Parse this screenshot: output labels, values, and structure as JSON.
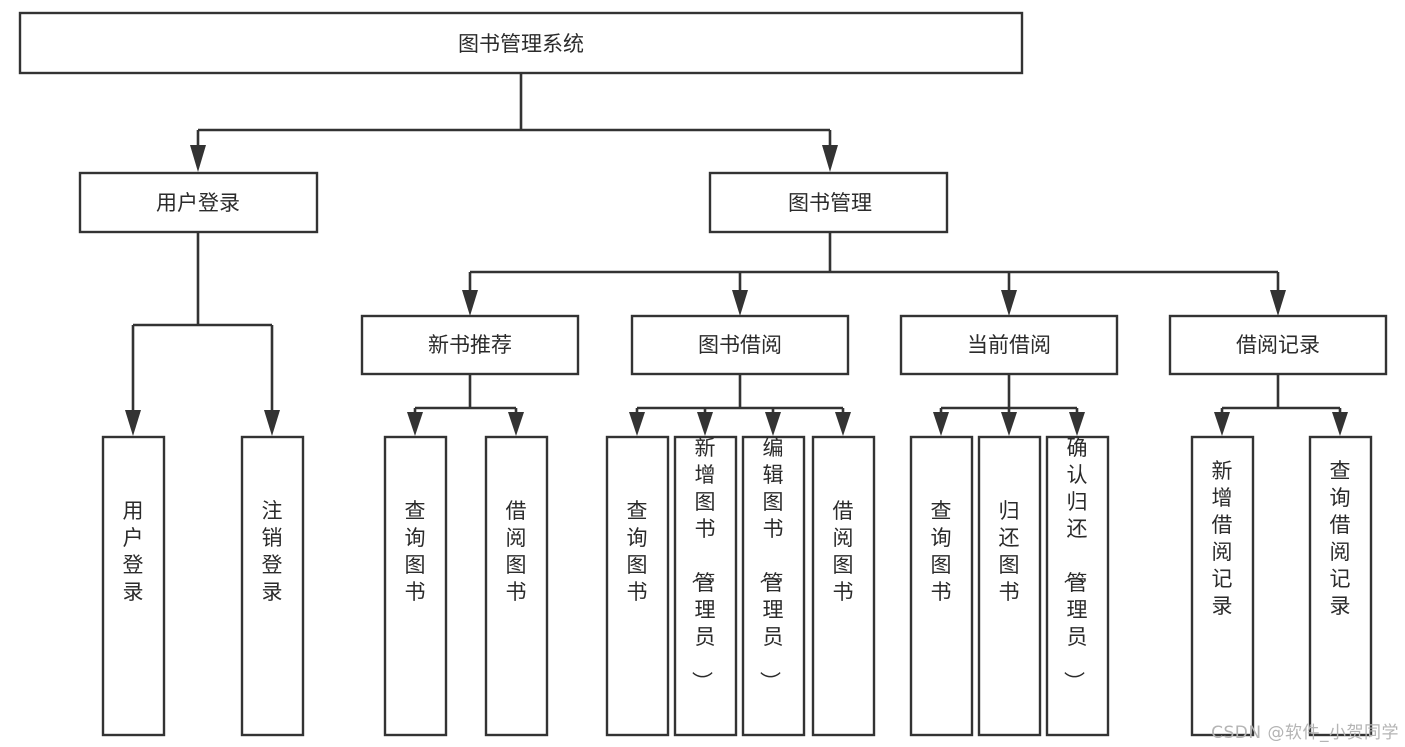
{
  "diagram": {
    "type": "tree-hierarchy",
    "title": "图书管理系统",
    "watermark": "CSDN @软件_小贺同学",
    "colors": {
      "box_stroke": "#333333",
      "box_fill": "#ffffff",
      "connector": "#333333",
      "label_text": "#2b2b2b",
      "watermark_text": "#b4b4b4",
      "background": "#ffffff"
    },
    "levels": [
      {
        "level": 1,
        "nodes": [
          {
            "id": "root",
            "label": "图书管理系统",
            "orientation": "horizontal"
          }
        ]
      },
      {
        "level": 2,
        "nodes": [
          {
            "id": "user-login",
            "label": "用户登录",
            "parent": "root",
            "orientation": "horizontal"
          },
          {
            "id": "book-manage",
            "label": "图书管理",
            "parent": "root",
            "orientation": "horizontal"
          }
        ]
      },
      {
        "level": 3,
        "nodes": [
          {
            "id": "new-book-rec",
            "label": "新书推荐",
            "parent": "book-manage",
            "orientation": "horizontal"
          },
          {
            "id": "book-borrow",
            "label": "图书借阅",
            "parent": "book-manage",
            "orientation": "horizontal"
          },
          {
            "id": "current-borrow",
            "label": "当前借阅",
            "parent": "book-manage",
            "orientation": "horizontal"
          },
          {
            "id": "borrow-record",
            "label": "借阅记录",
            "parent": "book-manage",
            "orientation": "horizontal"
          }
        ]
      },
      {
        "level": 4,
        "nodes": [
          {
            "id": "leaf-user-login",
            "label": "用户登录",
            "parent": "user-login",
            "orientation": "vertical"
          },
          {
            "id": "leaf-logout",
            "label": "注销登录",
            "parent": "user-login",
            "orientation": "vertical"
          },
          {
            "id": "leaf-query-book-1",
            "label": "查询图书",
            "parent": "new-book-rec",
            "orientation": "vertical"
          },
          {
            "id": "leaf-borrow-book-1",
            "label": "借阅图书",
            "parent": "new-book-rec",
            "orientation": "vertical"
          },
          {
            "id": "leaf-query-book-2",
            "label": "查询图书",
            "parent": "book-borrow",
            "orientation": "vertical"
          },
          {
            "id": "leaf-add-book",
            "label": "新增图书（管理员）",
            "parent": "book-borrow",
            "orientation": "vertical"
          },
          {
            "id": "leaf-edit-book",
            "label": "编辑图书（管理员）",
            "parent": "book-borrow",
            "orientation": "vertical"
          },
          {
            "id": "leaf-borrow-book-2",
            "label": "借阅图书",
            "parent": "book-borrow",
            "orientation": "vertical"
          },
          {
            "id": "leaf-query-book-3",
            "label": "查询图书",
            "parent": "current-borrow",
            "orientation": "vertical"
          },
          {
            "id": "leaf-return-book",
            "label": "归还图书",
            "parent": "current-borrow",
            "orientation": "vertical"
          },
          {
            "id": "leaf-confirm-return",
            "label": "确认归还（管理员）",
            "parent": "current-borrow",
            "orientation": "vertical"
          },
          {
            "id": "leaf-add-record",
            "label": "新增借阅记录",
            "parent": "borrow-record",
            "orientation": "vertical"
          },
          {
            "id": "leaf-query-record",
            "label": "查询借阅记录",
            "parent": "borrow-record",
            "orientation": "vertical"
          }
        ]
      }
    ]
  }
}
